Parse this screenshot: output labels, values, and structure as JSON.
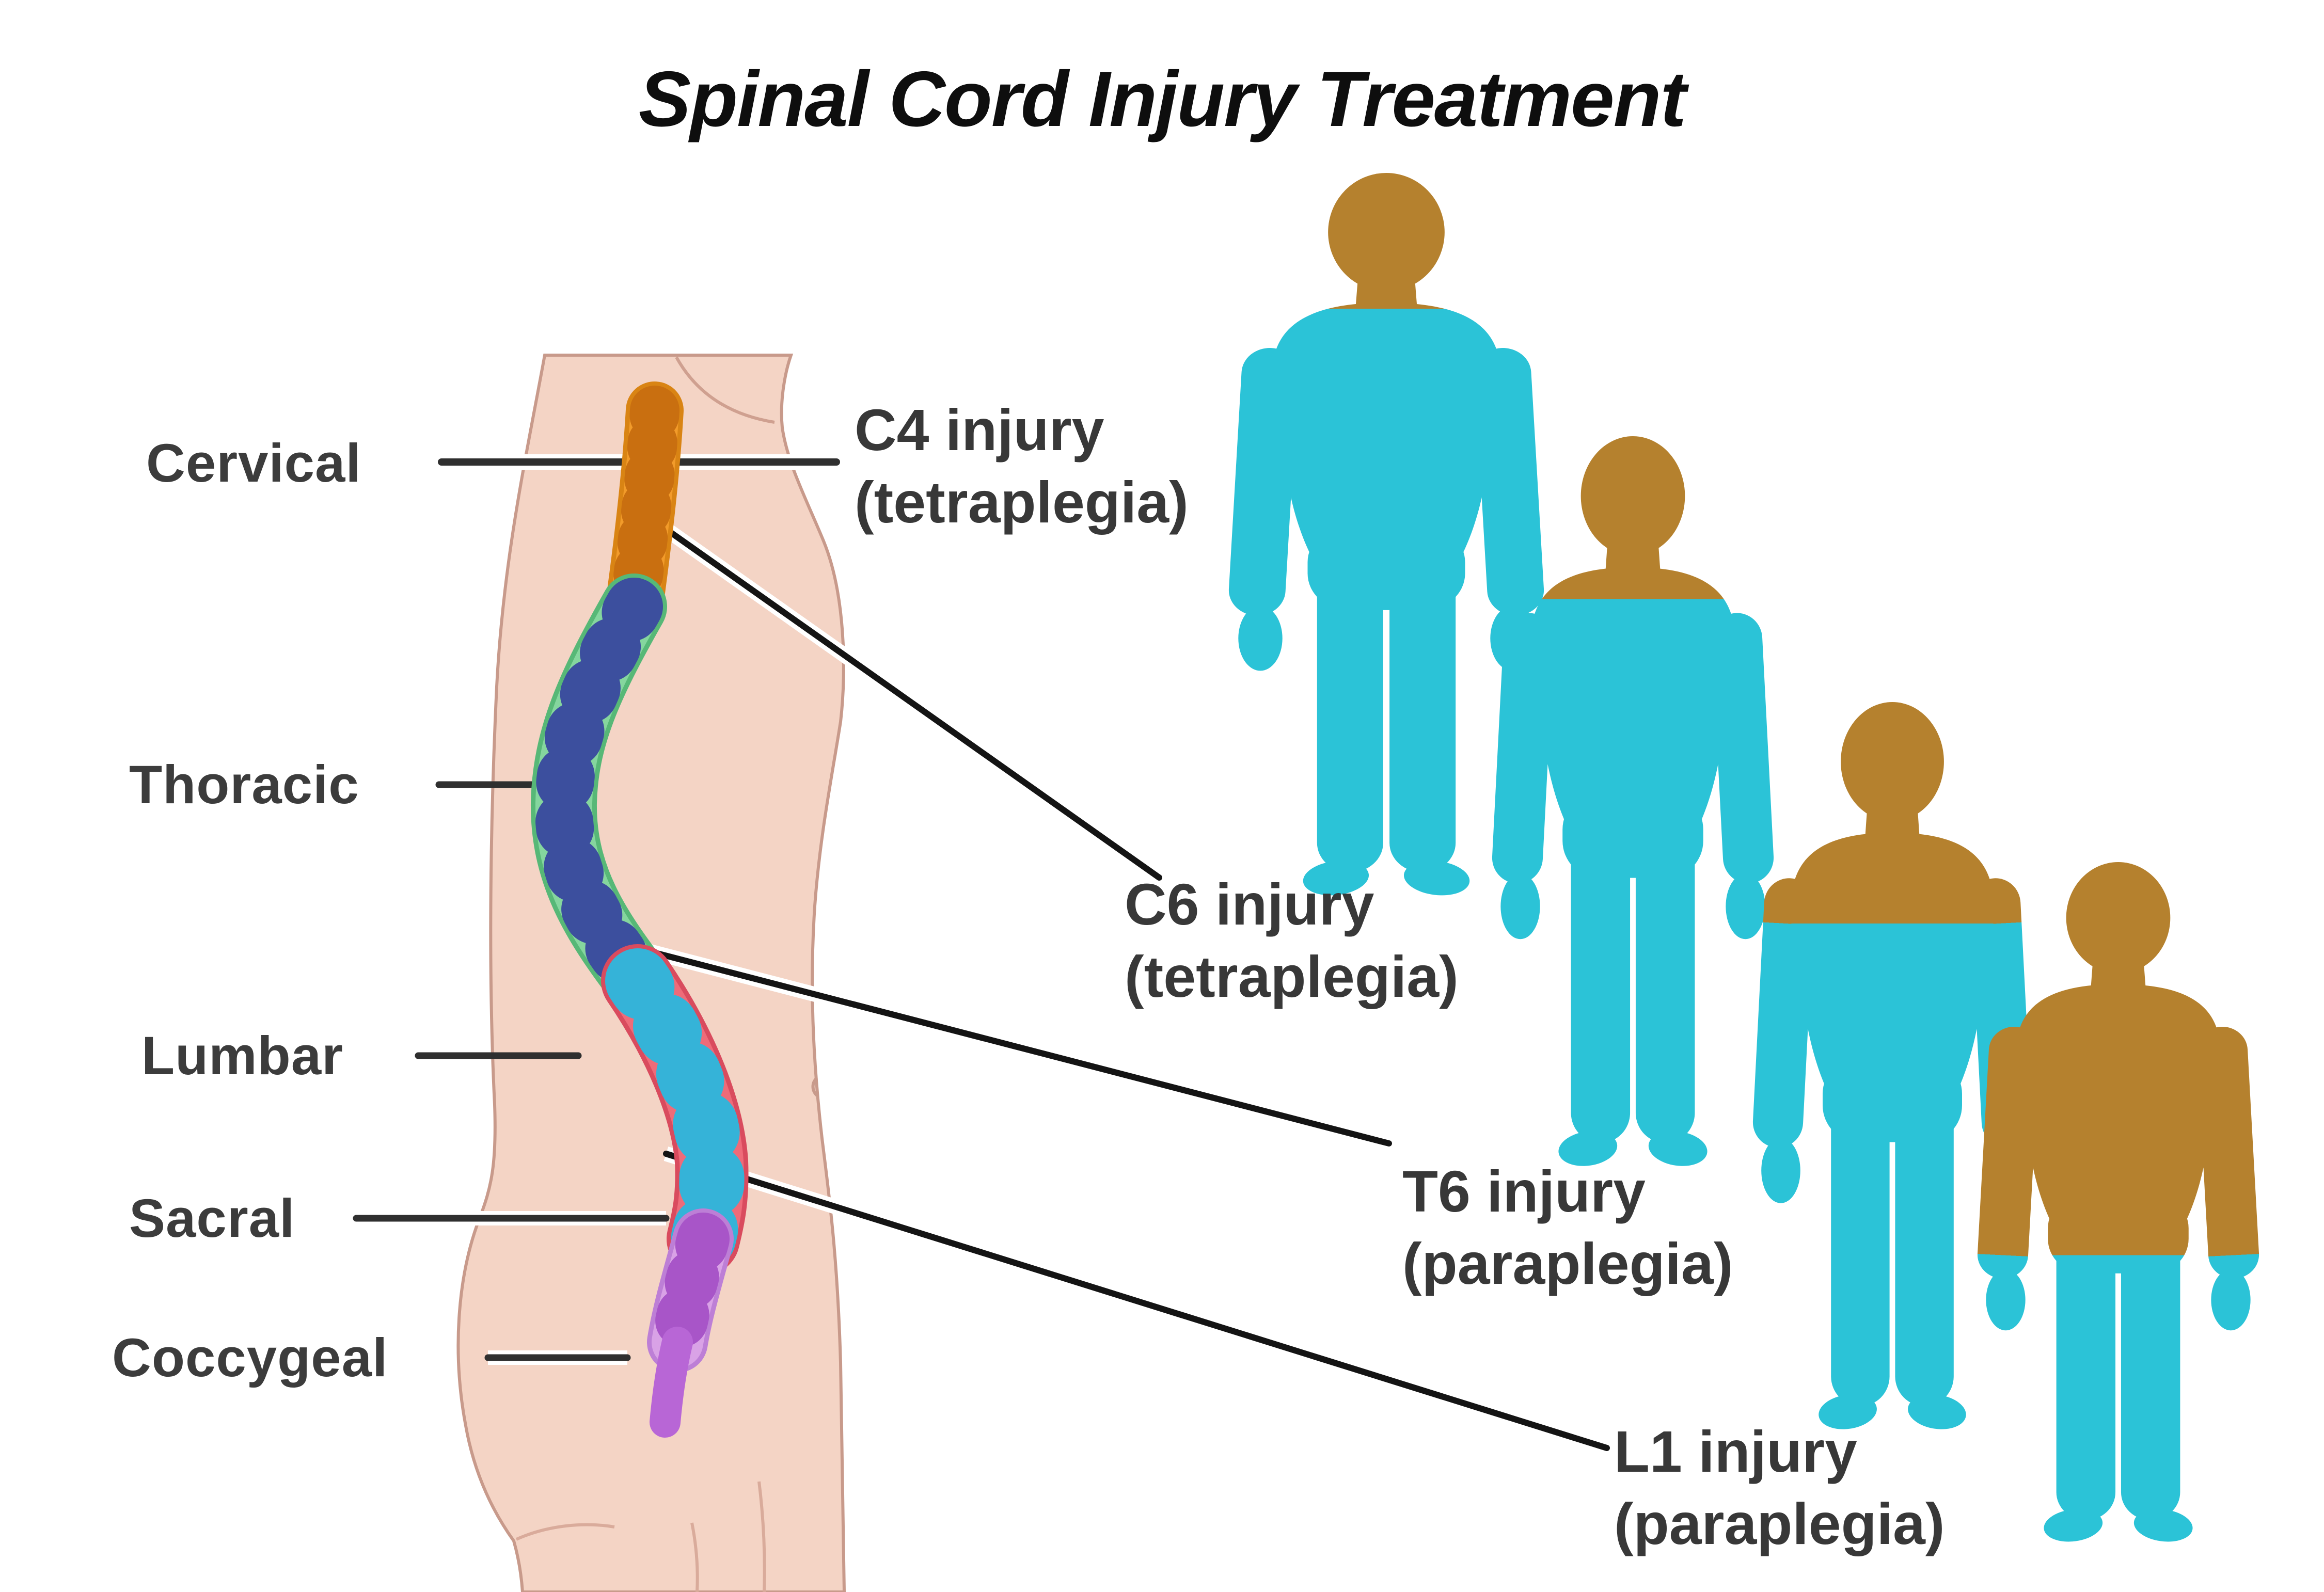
{
  "title": "Spinal Cord Injury Treatment",
  "spine_diagram": {
    "region_labels": [
      {
        "label": "Cervical",
        "color": "#f29b2a"
      },
      {
        "label": "Thoracic",
        "color": "#85d69e"
      },
      {
        "label": "Lumbar",
        "color": "#ee6b79"
      },
      {
        "label": "Sacral",
        "color": "#d9a2e6"
      },
      {
        "label": "Coccygeal",
        "color": "#b866d6"
      }
    ]
  },
  "injury_levels": [
    {
      "name": "C4 injury",
      "type": "(tetraplegia)",
      "figure_unaffected_region": "head and neck"
    },
    {
      "name": "C6 injury",
      "type": "(tetraplegia)",
      "figure_unaffected_region": "head and shoulders"
    },
    {
      "name": "T6 injury",
      "type": "(paraplegia)",
      "figure_unaffected_region": "head, chest and upper arms"
    },
    {
      "name": "L1 injury",
      "type": "(paraplegia)",
      "figure_unaffected_region": "head, torso and arms"
    }
  ],
  "figure_colors": {
    "paralyzed_region": "#2bc3d7",
    "unaffected_region": "#b5812e"
  }
}
